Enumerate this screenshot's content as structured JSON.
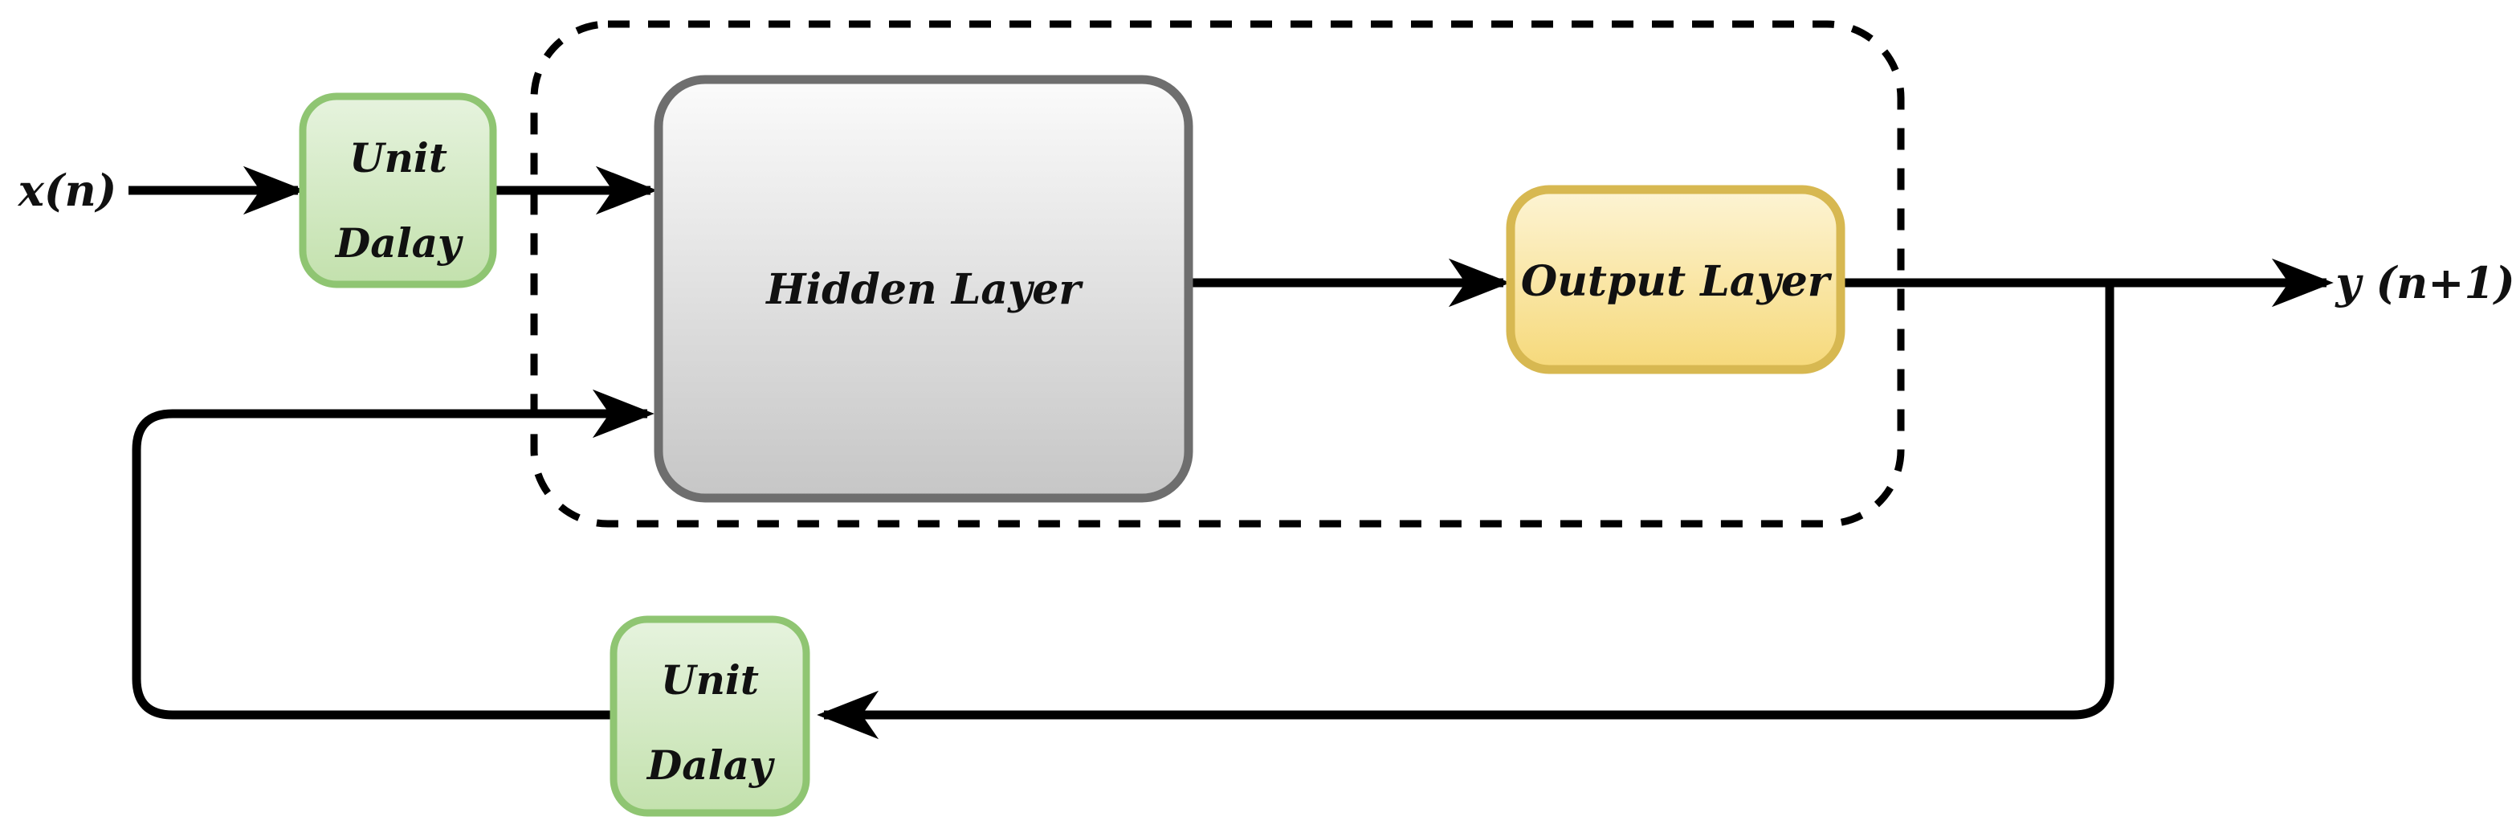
{
  "diagram": {
    "title": "recurrent-neural-network-block-diagram",
    "background": "#ffffff",
    "line_color": "#000000",
    "text_color": "#111111",
    "labels": {
      "input": "x(n)",
      "output": "y (n+1)"
    },
    "nodes": {
      "unit_delay_top": {
        "line1": "Unit",
        "line2": "Dalay",
        "border": "#8fc572",
        "fill_top": "#e6f3de",
        "fill_bottom": "#c3e1ad"
      },
      "unit_delay_bottom": {
        "line1": "Unit",
        "line2": "Dalay",
        "border": "#8fc572",
        "fill_top": "#e6f3de",
        "fill_bottom": "#c3e1ad"
      },
      "hidden_layer": {
        "label": "Hidden Layer",
        "border": "#6e6e6e",
        "fill_top": "#fbfbfb",
        "fill_bottom": "#c6c6c6"
      },
      "output_layer": {
        "label": "Output Layer",
        "border": "#d7b851",
        "fill_top": "#fdf4d4",
        "fill_bottom": "#f6d97a"
      }
    }
  }
}
